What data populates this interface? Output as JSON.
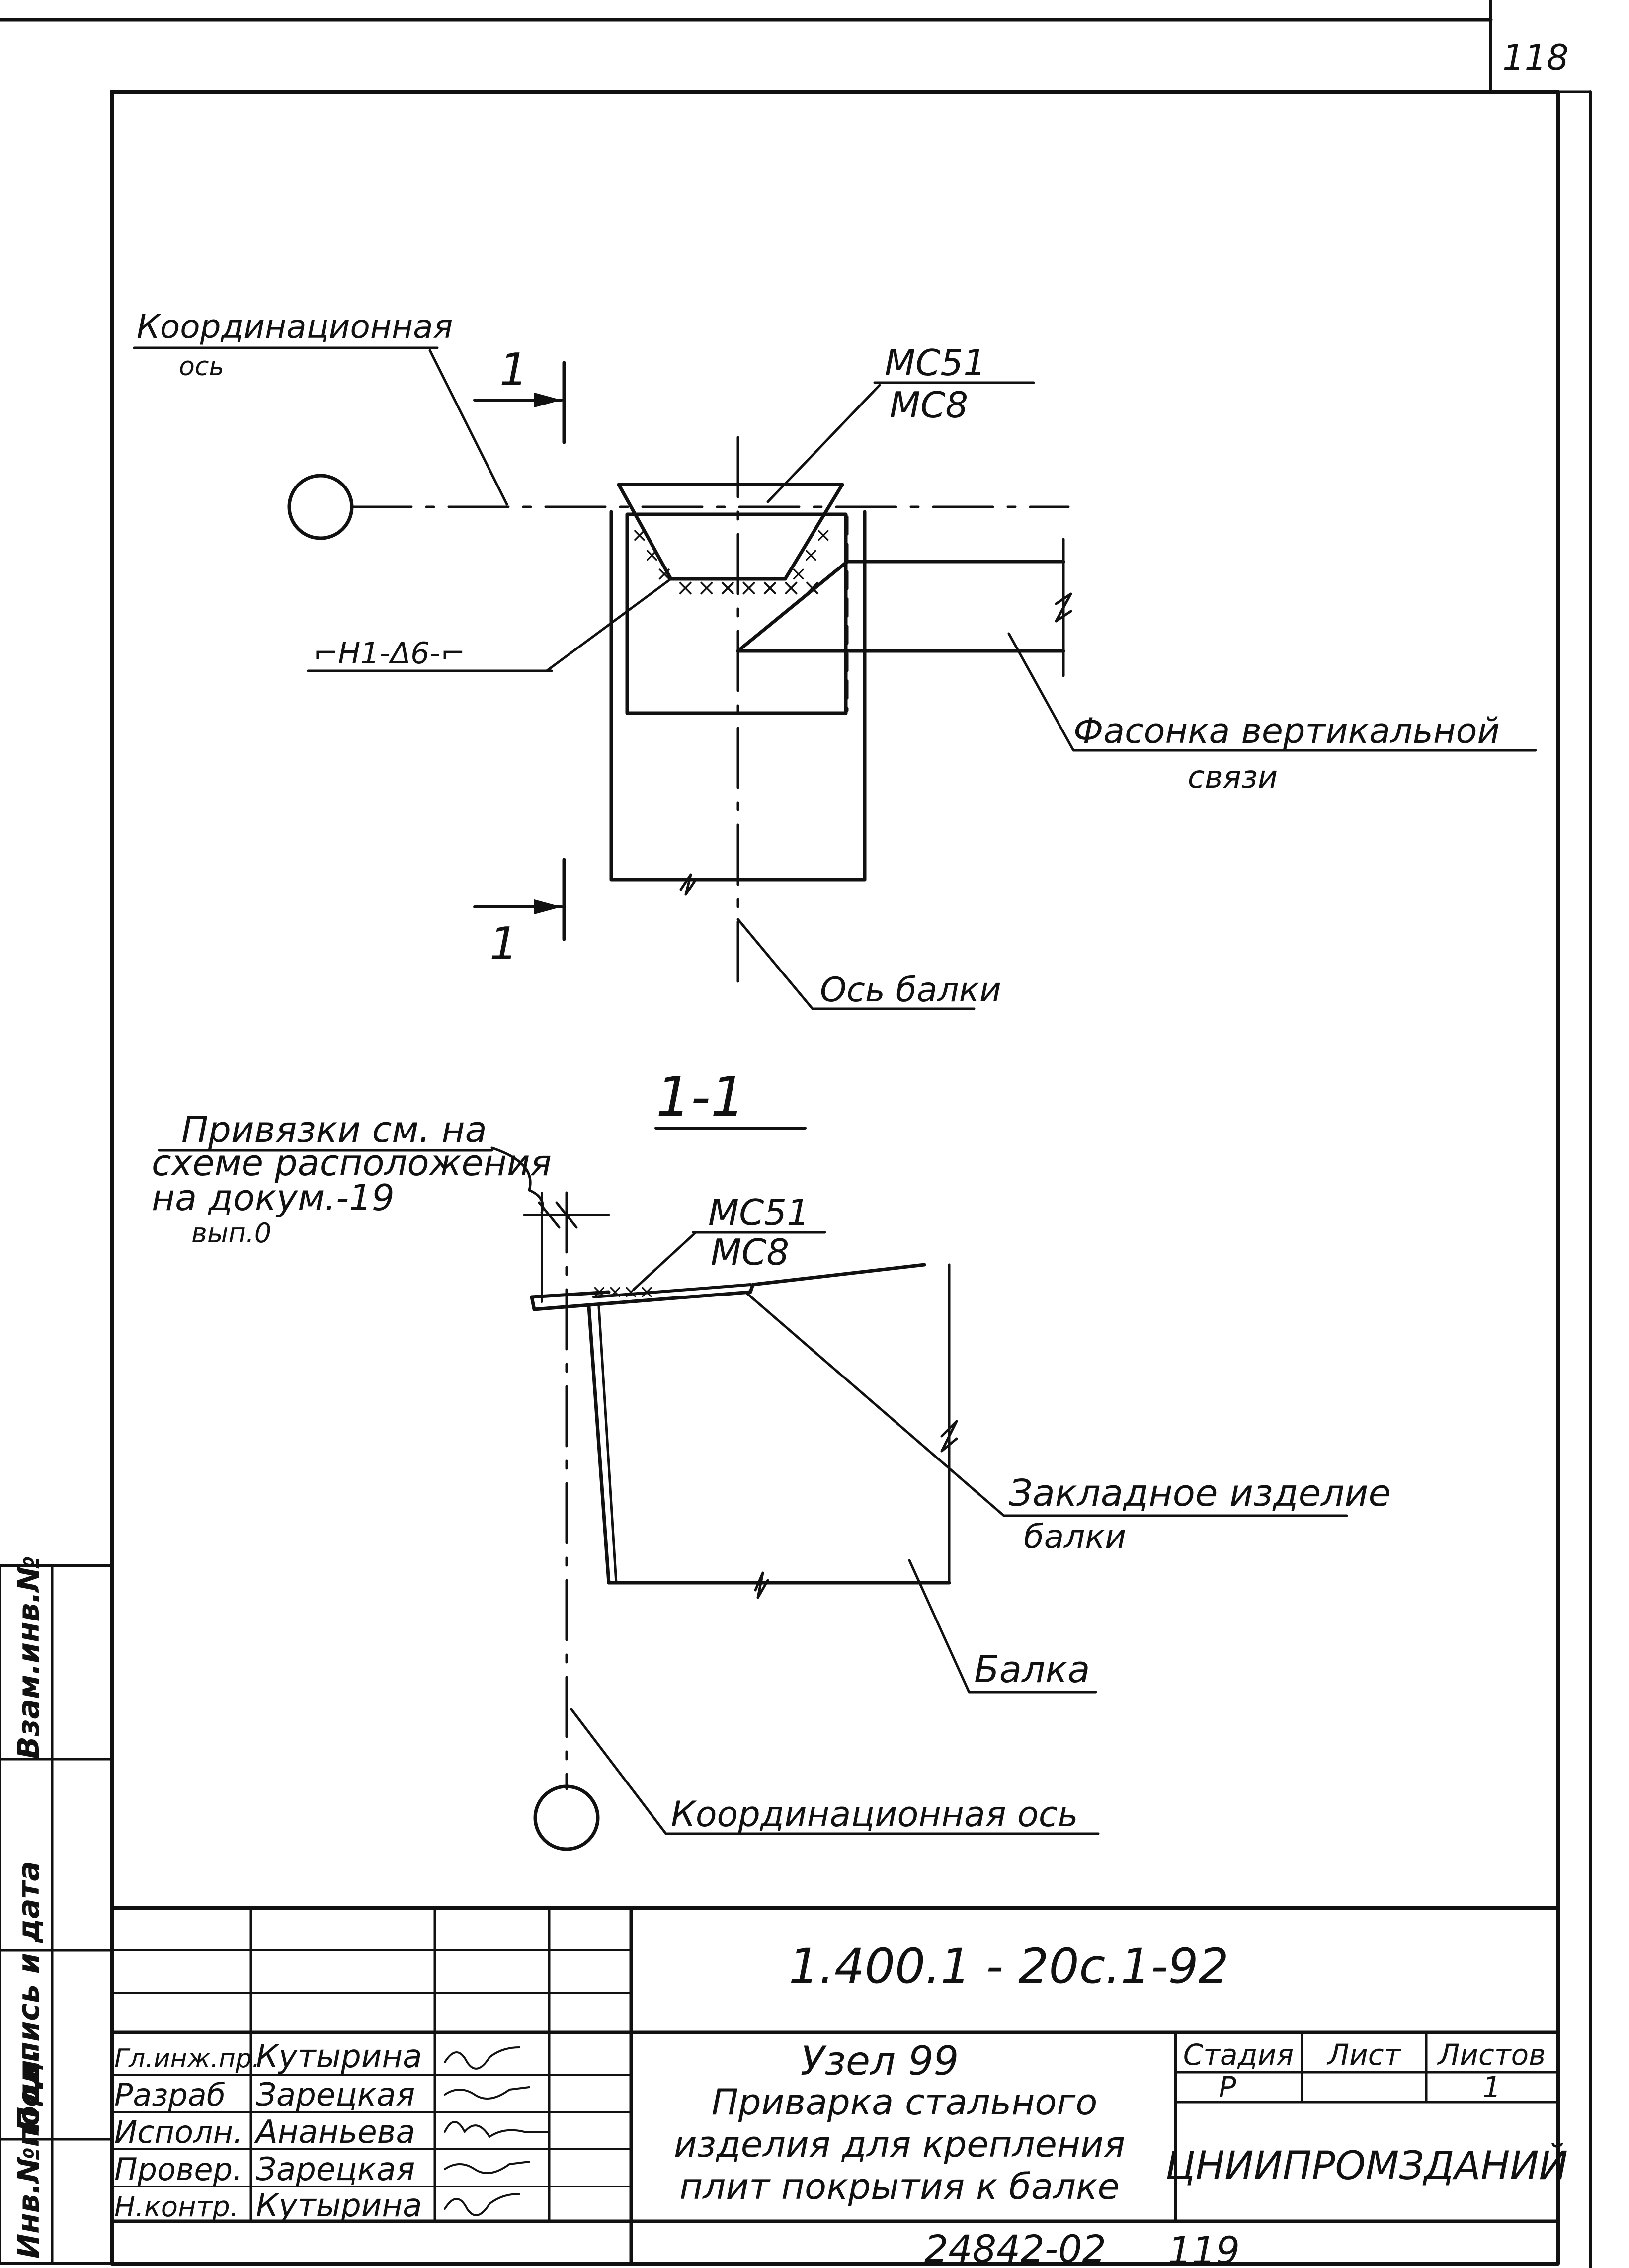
{
  "sheet_number": "118",
  "footer_code": "24842-02",
  "footer_page": "119",
  "plan": {
    "coord_axis_label_line1": "Координационная",
    "coord_axis_label_line2": "ось",
    "section_mark": "1",
    "mark_top": "МС51",
    "mark_bottom": "МС8",
    "weld_label": "⌐Н1-Δ6-⌐",
    "gusset_label_line1": "Фасонка вертикальной",
    "gusset_label_line2": "связи",
    "beam_axis_label": "Ось балки"
  },
  "section": {
    "title": "1-1",
    "ref_line1": "Привязки см. на",
    "ref_line2": "схеме расположения",
    "ref_line3": "на докум.-19",
    "ref_line4": "вып.0",
    "mark_top": "МС51",
    "mark_bottom": "МС8",
    "embed_label_line1": "Закладное изделие",
    "embed_label_line2": "балки",
    "beam_label": "Балка",
    "coord_axis_label": "Координационная ось"
  },
  "side_stamp": {
    "inv_podl": "Инв.№подл.",
    "podpis_data": "Подпись и дата",
    "vzam_inv": "Взам.инв.№"
  },
  "title_block": {
    "doc_code": "1.400.1 - 20с.1-92",
    "roles": [
      {
        "role": "Гл.инж.пр.",
        "name": "Кутырина"
      },
      {
        "role": "Разраб",
        "name": "Зарецкая"
      },
      {
        "role": "Исполн.",
        "name": "Ананьева"
      },
      {
        "role": "Провер.",
        "name": "Зарецкая"
      },
      {
        "role": "Н.контр.",
        "name": "Кутырина"
      }
    ],
    "title_line1": "Узел 99",
    "title_line2": "Приварка стального",
    "title_line3": "изделия для крепления",
    "title_line4": "плит покрытия к балке",
    "stage_header": "Стадия",
    "sheet_header": "Лист",
    "sheets_header": "Листов",
    "stage_value": "Р",
    "sheet_value": "",
    "sheets_value": "1",
    "organization": "ЦНИИПРОМЗДАНИЙ"
  }
}
